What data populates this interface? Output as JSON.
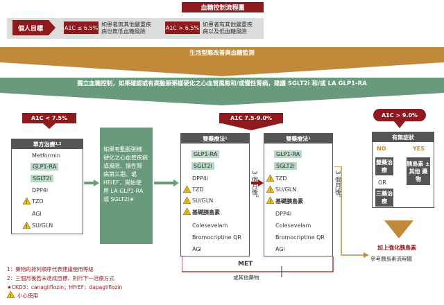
{
  "title": "血糖控制流程圖",
  "goal": {
    "label": "個人目標",
    "option1": {
      "a1c": "A1C ≤ 6.5%",
      "desc_l1": "如患者無其他嚴重疾",
      "desc_l2": "病也無低血糖風險"
    },
    "option2": {
      "a1c": "A1C > 6.5%",
      "desc_l1": "如患者有其他嚴重疾",
      "desc_l2": "病以及低血糖風險"
    }
  },
  "bands": {
    "lifestyle": "生活型態改善與血糖監測",
    "control": "獨立血糖控制，如果確認或有高動脈粥樣硬化之心血管風險和/或慢性腎病，建議 SGLT2i 和/或 LA GLP1-RA"
  },
  "pills": {
    "low": "A1C < 7.5%",
    "mid": "A1C 7.5-9.0%",
    "high": "A1C > 9.0%"
  },
  "mono": {
    "title": "單方治療",
    "sup": "1,2",
    "items": [
      "Metformin",
      "GLP1-RA",
      "SGLT2i",
      "DPP4i",
      "TZD",
      "AGi",
      "SU/GLN"
    ]
  },
  "green_note": [
    "如果有動脈粥樣",
    "硬化之心血管疾病",
    "或風險、慢性腎",
    "病第三期、或",
    "HFrEF，開始使",
    "用 LA GLP1-RA",
    "或 SGLT2i★"
  ],
  "dual1": {
    "title": "雙藥療法",
    "sup": "1",
    "items": [
      "GLP1-RA",
      "SGLT2i",
      "DPP4i",
      "TZD",
      "SU/GLN",
      "基礎胰島素",
      "Colesevelam",
      "Bromocriptine QR",
      "AGi"
    ]
  },
  "dual2": {
    "title": "雙藥療法",
    "sup": "1",
    "items": [
      "GLP1-RA",
      "SGLT2i",
      "TZD",
      "SU/GLN",
      "基礎胰島素",
      "DPP4i",
      "Colesevelam",
      "Bromocriptine QR",
      "AGi"
    ]
  },
  "after3m": {
    "text": "3 個月後",
    "sup": "2"
  },
  "symptoms": {
    "title": "有無症狀",
    "no": "NO",
    "yes": "YES",
    "no_box1": "雙藥治療",
    "or": "OR",
    "no_box2": "三藥治療",
    "yes_box": "胰島素 ± 其他 藥物"
  },
  "insulin": {
    "title": "加上強化胰島素",
    "sub": "參考胰島素流程圖"
  },
  "met": {
    "label": "MET",
    "sub": "或其他藥物"
  },
  "footnotes": {
    "f1": "1：藥物的排列順序代表建議使用等級",
    "f2": "2：三個月後若未達成目標，則行下一治療方式",
    "f3": "★CKD3：canagliflozin；HFrEF：dapagliflozin",
    "f4": "小心使用"
  },
  "colors": {
    "brand": "#8e1a1e",
    "gold": "#c08a3a",
    "green": "#6a9a7c",
    "highlight": "#b8d7c4",
    "dark": "#555555"
  }
}
